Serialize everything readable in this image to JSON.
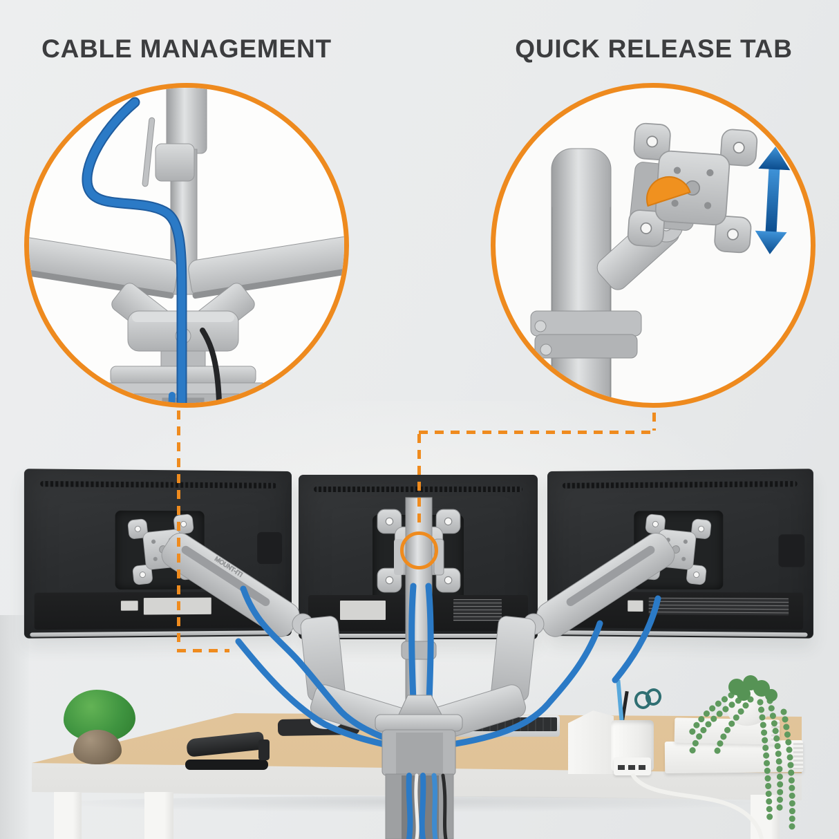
{
  "callouts": {
    "cable_management": {
      "title": "CABLE MANAGEMENT"
    },
    "quick_release_tab": {
      "title": "QUICK RELEASE TAB"
    }
  },
  "scene": {
    "arm_brand": "MOUNT-IT!",
    "objects": [
      "triple-monitor-mount",
      "desk-clamp",
      "gas-spring-arms",
      "center-pole",
      "monitor-back-left",
      "monitor-back-center",
      "monitor-back-right",
      "keyboard",
      "mouse",
      "mouse-pad",
      "stapler",
      "potted-plant",
      "pen-organizer",
      "scissors",
      "usb-hub",
      "book-stack",
      "hanging-plant",
      "blue-cables",
      "white-cable"
    ]
  },
  "colors": {
    "accent_orange": "#EE8A1E",
    "cable_blue": "#2B7AC6",
    "arrow_blue": "#1C6FB4",
    "monitor_back": "#2C2E30",
    "arm_silver": "#C3C5C7",
    "desk_wood": "#E7CCA6",
    "wall": "#E9EBEC"
  }
}
